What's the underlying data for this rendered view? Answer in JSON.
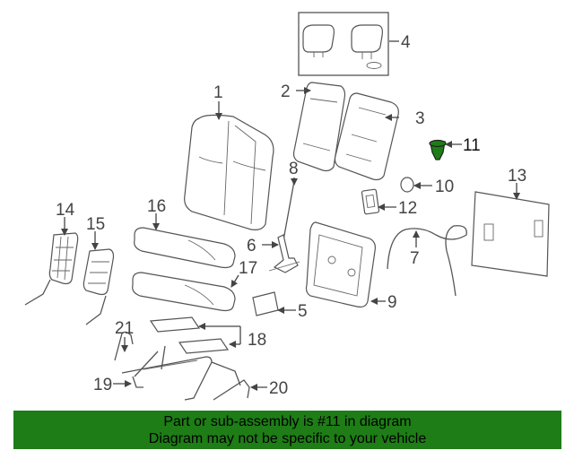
{
  "callouts": {
    "n1": "1",
    "n2": "2",
    "n3": "3",
    "n4": "4",
    "n5": "5",
    "n6": "6",
    "n7": "7",
    "n8": "8",
    "n9": "9",
    "n10": "10",
    "n11": "11",
    "n12": "12",
    "n13": "13",
    "n14": "14",
    "n15": "15",
    "n16": "16",
    "n17": "17",
    "n18": "18",
    "n19": "19",
    "n20": "20",
    "n21": "21"
  },
  "highlight": {
    "part": "11",
    "color": "#1e7d16"
  },
  "banner": {
    "line1": "Part or sub-assembly is #11 in diagram",
    "line2": "Diagram may not be specific to your vehicle",
    "color": "#1e7d16"
  }
}
